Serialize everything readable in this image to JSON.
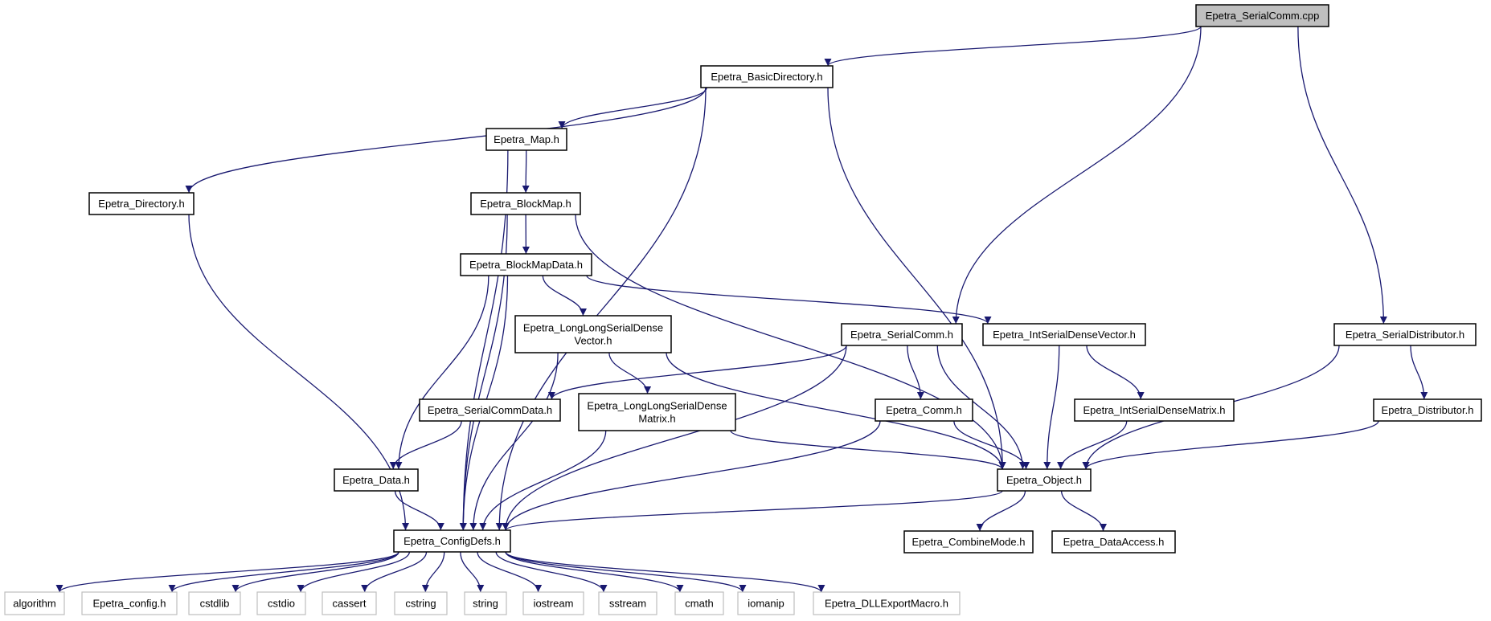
{
  "graph": {
    "nodes": [
      {
        "id": "serialcomm_cpp",
        "label": [
          "Epetra_SerialComm.cpp"
        ],
        "kind": "main"
      },
      {
        "id": "basicdirectory",
        "label": [
          "Epetra_BasicDirectory.h"
        ],
        "kind": "file"
      },
      {
        "id": "map",
        "label": [
          "Epetra_Map.h"
        ],
        "kind": "file"
      },
      {
        "id": "directory",
        "label": [
          "Epetra_Directory.h"
        ],
        "kind": "file"
      },
      {
        "id": "blockmap",
        "label": [
          "Epetra_BlockMap.h"
        ],
        "kind": "file"
      },
      {
        "id": "blockmapdata",
        "label": [
          "Epetra_BlockMapData.h"
        ],
        "kind": "file"
      },
      {
        "id": "llsdv",
        "label": [
          "Epetra_LongLongSerialDense",
          "Vector.h"
        ],
        "kind": "file"
      },
      {
        "id": "serialcomm_h",
        "label": [
          "Epetra_SerialComm.h"
        ],
        "kind": "file"
      },
      {
        "id": "intsdv",
        "label": [
          "Epetra_IntSerialDenseVector.h"
        ],
        "kind": "file"
      },
      {
        "id": "serialdistributor",
        "label": [
          "Epetra_SerialDistributor.h"
        ],
        "kind": "file"
      },
      {
        "id": "serialcommdata",
        "label": [
          "Epetra_SerialCommData.h"
        ],
        "kind": "file"
      },
      {
        "id": "llsdm",
        "label": [
          "Epetra_LongLongSerialDense",
          "Matrix.h"
        ],
        "kind": "file"
      },
      {
        "id": "comm",
        "label": [
          "Epetra_Comm.h"
        ],
        "kind": "file"
      },
      {
        "id": "intsdm",
        "label": [
          "Epetra_IntSerialDenseMatrix.h"
        ],
        "kind": "file"
      },
      {
        "id": "distributor",
        "label": [
          "Epetra_Distributor.h"
        ],
        "kind": "file"
      },
      {
        "id": "data",
        "label": [
          "Epetra_Data.h"
        ],
        "kind": "file"
      },
      {
        "id": "object",
        "label": [
          "Epetra_Object.h"
        ],
        "kind": "file"
      },
      {
        "id": "configdefs",
        "label": [
          "Epetra_ConfigDefs.h"
        ],
        "kind": "file"
      },
      {
        "id": "combinemode",
        "label": [
          "Epetra_CombineMode.h"
        ],
        "kind": "file"
      },
      {
        "id": "dataaccess",
        "label": [
          "Epetra_DataAccess.h"
        ],
        "kind": "file"
      },
      {
        "id": "algorithm",
        "label": [
          "algorithm"
        ],
        "kind": "ext"
      },
      {
        "id": "epetra_config",
        "label": [
          "Epetra_config.h"
        ],
        "kind": "ext"
      },
      {
        "id": "cstdlib",
        "label": [
          "cstdlib"
        ],
        "kind": "ext"
      },
      {
        "id": "cstdio",
        "label": [
          "cstdio"
        ],
        "kind": "ext"
      },
      {
        "id": "cassert",
        "label": [
          "cassert"
        ],
        "kind": "ext"
      },
      {
        "id": "cstring",
        "label": [
          "cstring"
        ],
        "kind": "ext"
      },
      {
        "id": "string",
        "label": [
          "string"
        ],
        "kind": "ext"
      },
      {
        "id": "iostream",
        "label": [
          "iostream"
        ],
        "kind": "ext"
      },
      {
        "id": "sstream",
        "label": [
          "sstream"
        ],
        "kind": "ext"
      },
      {
        "id": "cmath",
        "label": [
          "cmath"
        ],
        "kind": "ext"
      },
      {
        "id": "iomanip",
        "label": [
          "iomanip"
        ],
        "kind": "ext"
      },
      {
        "id": "dllexport",
        "label": [
          "Epetra_DLLExportMacro.h"
        ],
        "kind": "ext"
      }
    ],
    "edges": [
      [
        "serialcomm_cpp",
        "basicdirectory"
      ],
      [
        "serialcomm_cpp",
        "serialcomm_h"
      ],
      [
        "serialcomm_cpp",
        "serialdistributor"
      ],
      [
        "basicdirectory",
        "map"
      ],
      [
        "basicdirectory",
        "directory"
      ],
      [
        "basicdirectory",
        "configdefs"
      ],
      [
        "basicdirectory",
        "object"
      ],
      [
        "map",
        "blockmap"
      ],
      [
        "map",
        "configdefs"
      ],
      [
        "directory",
        "configdefs"
      ],
      [
        "blockmap",
        "blockmapdata"
      ],
      [
        "blockmap",
        "configdefs"
      ],
      [
        "blockmap",
        "object"
      ],
      [
        "blockmapdata",
        "llsdv"
      ],
      [
        "blockmapdata",
        "intsdv"
      ],
      [
        "blockmapdata",
        "data"
      ],
      [
        "blockmapdata",
        "configdefs"
      ],
      [
        "llsdv",
        "llsdm"
      ],
      [
        "llsdv",
        "configdefs"
      ],
      [
        "llsdv",
        "object"
      ],
      [
        "serialcomm_h",
        "serialcommdata"
      ],
      [
        "serialcomm_h",
        "comm"
      ],
      [
        "serialcomm_h",
        "object"
      ],
      [
        "serialcomm_h",
        "configdefs"
      ],
      [
        "intsdv",
        "intsdm"
      ],
      [
        "intsdv",
        "object"
      ],
      [
        "serialdistributor",
        "distributor"
      ],
      [
        "serialdistributor",
        "object"
      ],
      [
        "serialcommdata",
        "data"
      ],
      [
        "llsdm",
        "object"
      ],
      [
        "llsdm",
        "configdefs"
      ],
      [
        "comm",
        "object"
      ],
      [
        "comm",
        "configdefs"
      ],
      [
        "intsdm",
        "object"
      ],
      [
        "distributor",
        "object"
      ],
      [
        "data",
        "configdefs"
      ],
      [
        "object",
        "configdefs"
      ],
      [
        "object",
        "combinemode"
      ],
      [
        "object",
        "dataaccess"
      ],
      [
        "configdefs",
        "algorithm"
      ],
      [
        "configdefs",
        "epetra_config"
      ],
      [
        "configdefs",
        "cstdlib"
      ],
      [
        "configdefs",
        "cstdio"
      ],
      [
        "configdefs",
        "cassert"
      ],
      [
        "configdefs",
        "cstring"
      ],
      [
        "configdefs",
        "string"
      ],
      [
        "configdefs",
        "iostream"
      ],
      [
        "configdefs",
        "sstream"
      ],
      [
        "configdefs",
        "cmath"
      ],
      [
        "configdefs",
        "iomanip"
      ],
      [
        "configdefs",
        "dllexport"
      ]
    ]
  }
}
